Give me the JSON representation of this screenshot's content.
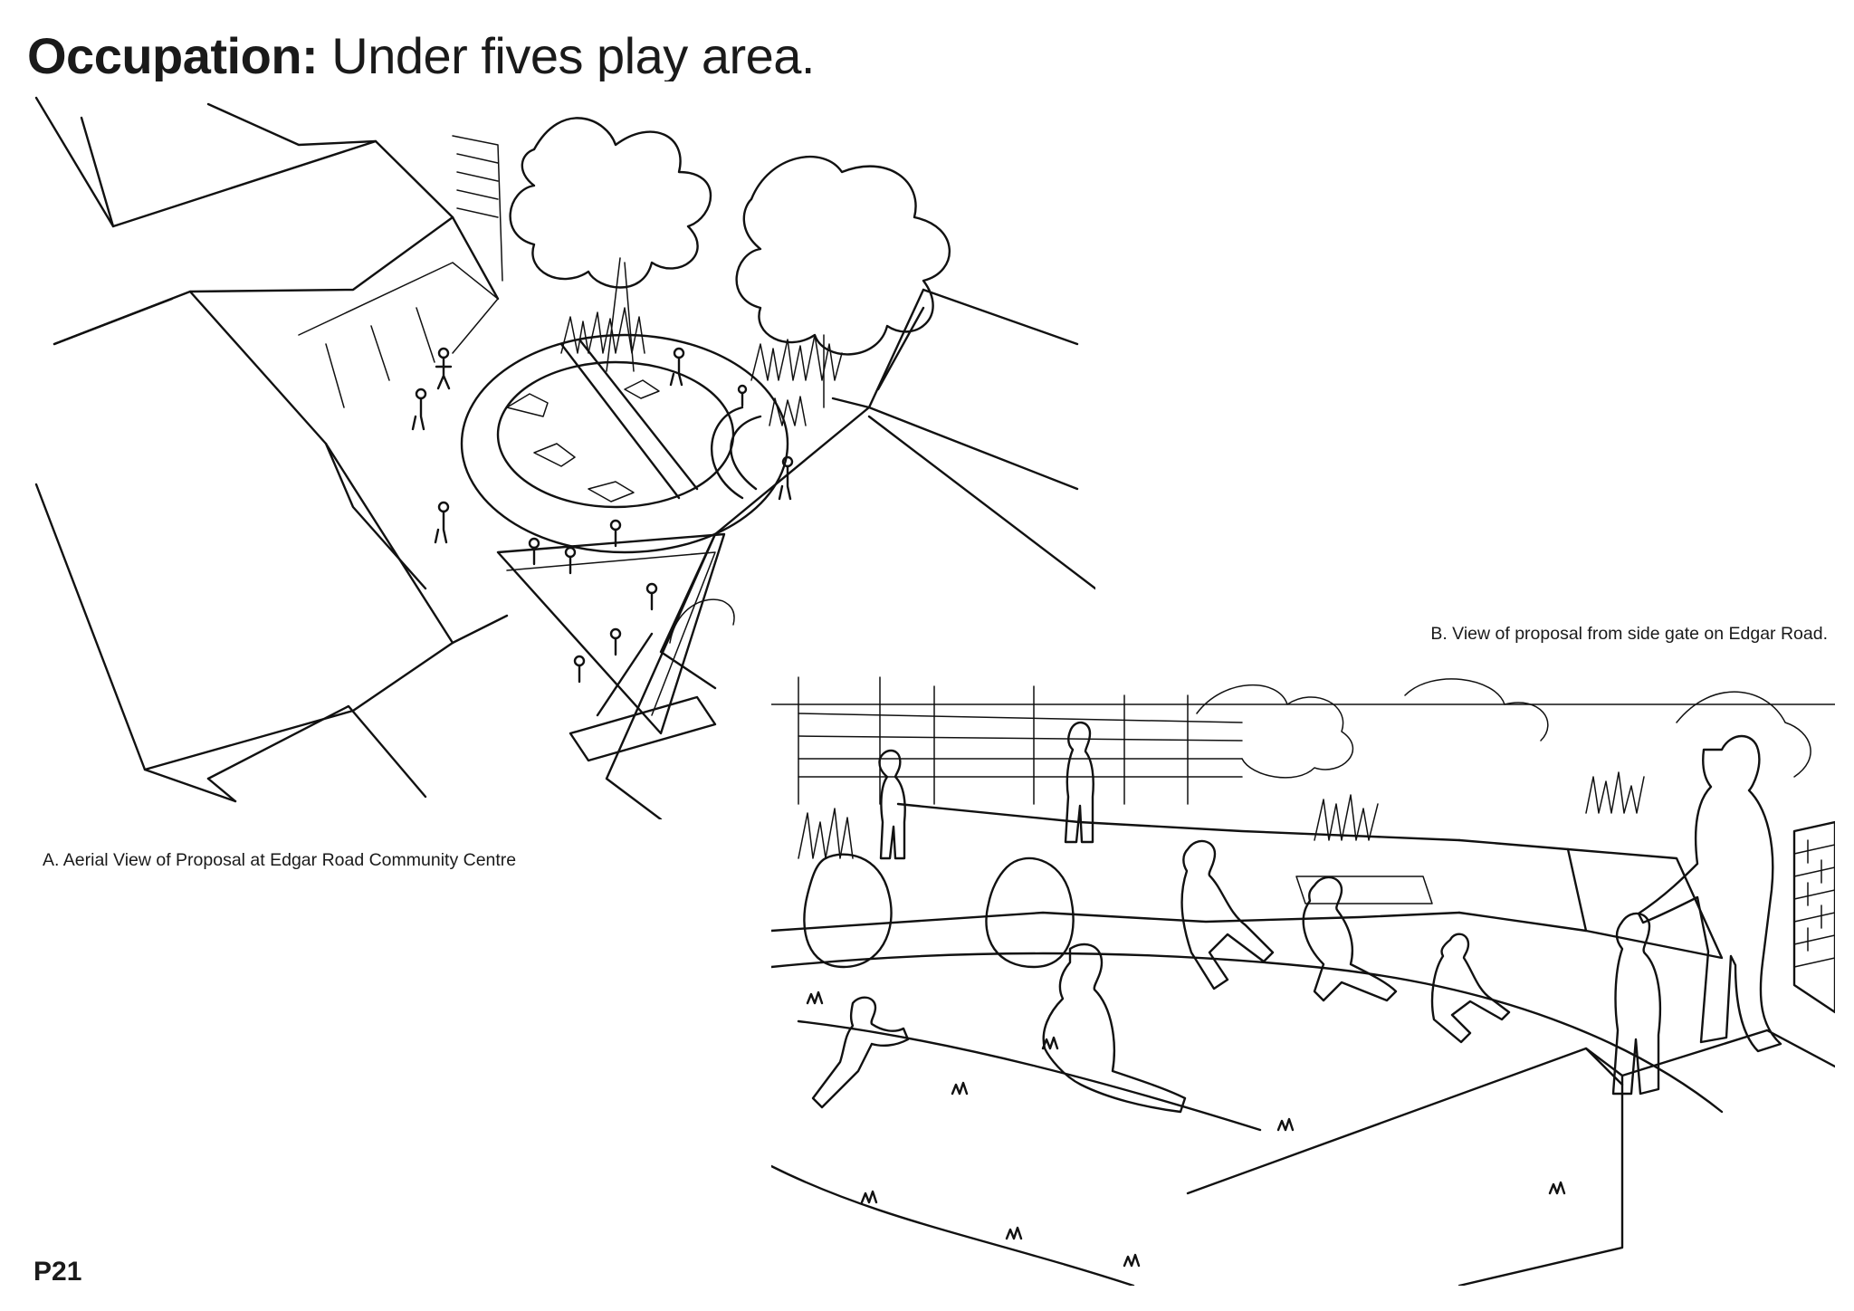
{
  "title": {
    "bold": "Occupation:",
    "regular": " Under fives play area."
  },
  "captions": {
    "aerial": "A. Aerial View of Proposal at Edgar Road Community Centre",
    "side_gate": "B. View of proposal from side gate on Edgar Road."
  },
  "page_number": "P21",
  "colors": {
    "text": "#1a1a1a",
    "line": "#111111",
    "background": "#ffffff"
  }
}
